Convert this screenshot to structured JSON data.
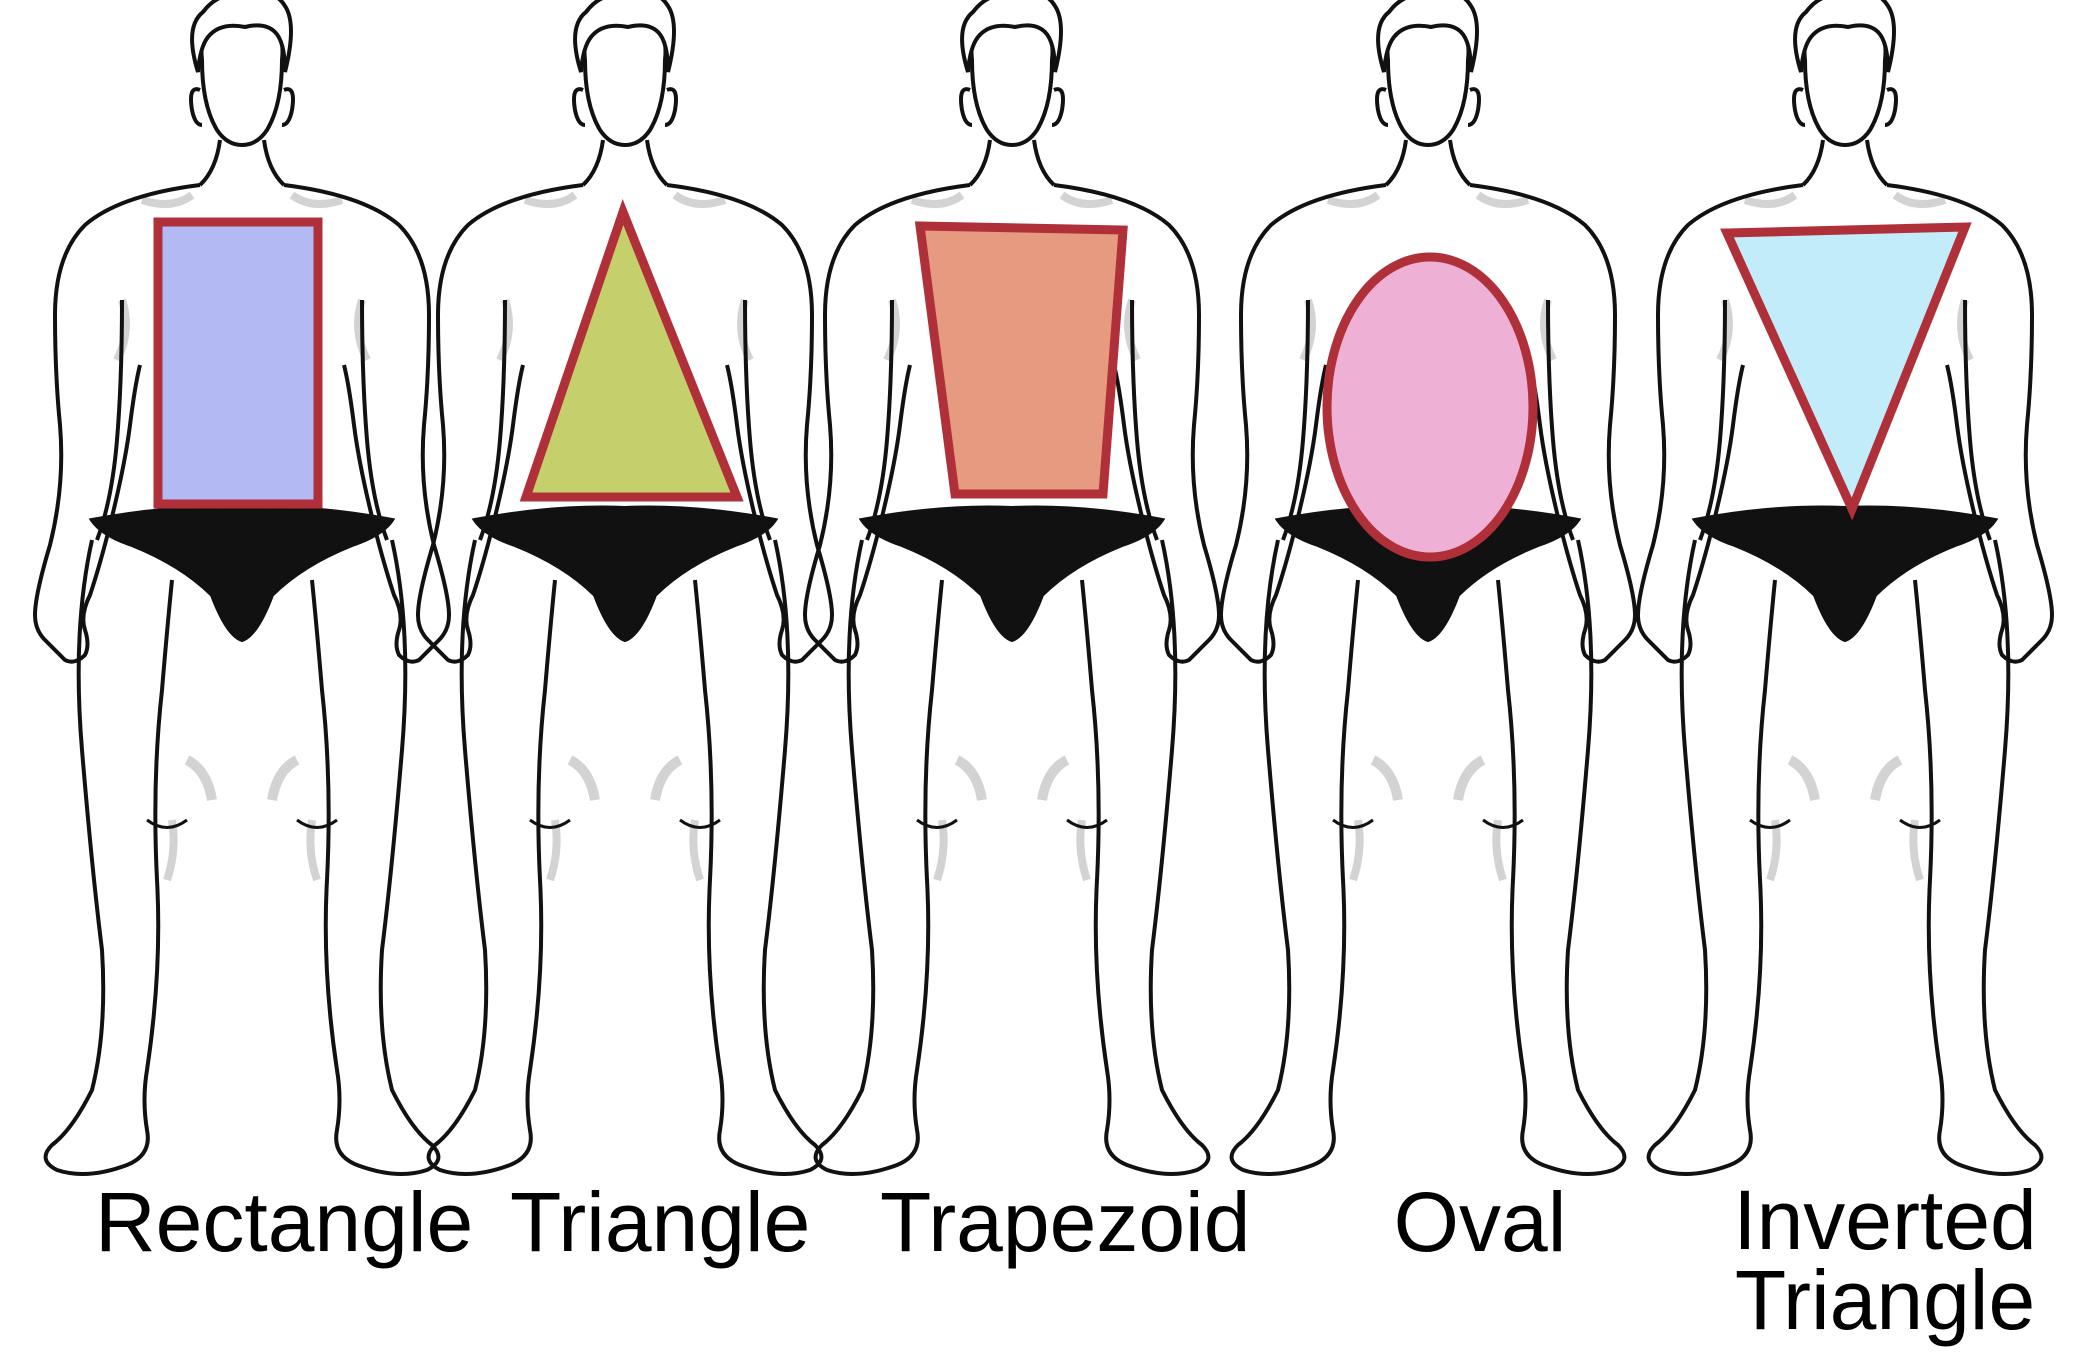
{
  "shapes": [
    {
      "id": "rectangle",
      "label": "Rectangle",
      "fill": "#b3b9f3"
    },
    {
      "id": "triangle",
      "label": "Triangle",
      "fill": "#c5cf6c"
    },
    {
      "id": "trapezoid",
      "label": "Trapezoid",
      "fill": "#e69a7f"
    },
    {
      "id": "oval",
      "label": "Oval",
      "fill": "#efb0d5"
    },
    {
      "id": "inverted-triangle",
      "label_line1": "Inverted",
      "label_line2": "Triangle",
      "fill": "#c3ecfb"
    }
  ],
  "colors": {
    "outline": "#b0303a",
    "body_stroke": "#111111",
    "muscle_shade": "#d3d3d3",
    "underwear": "#111111",
    "background": "#ffffff"
  }
}
